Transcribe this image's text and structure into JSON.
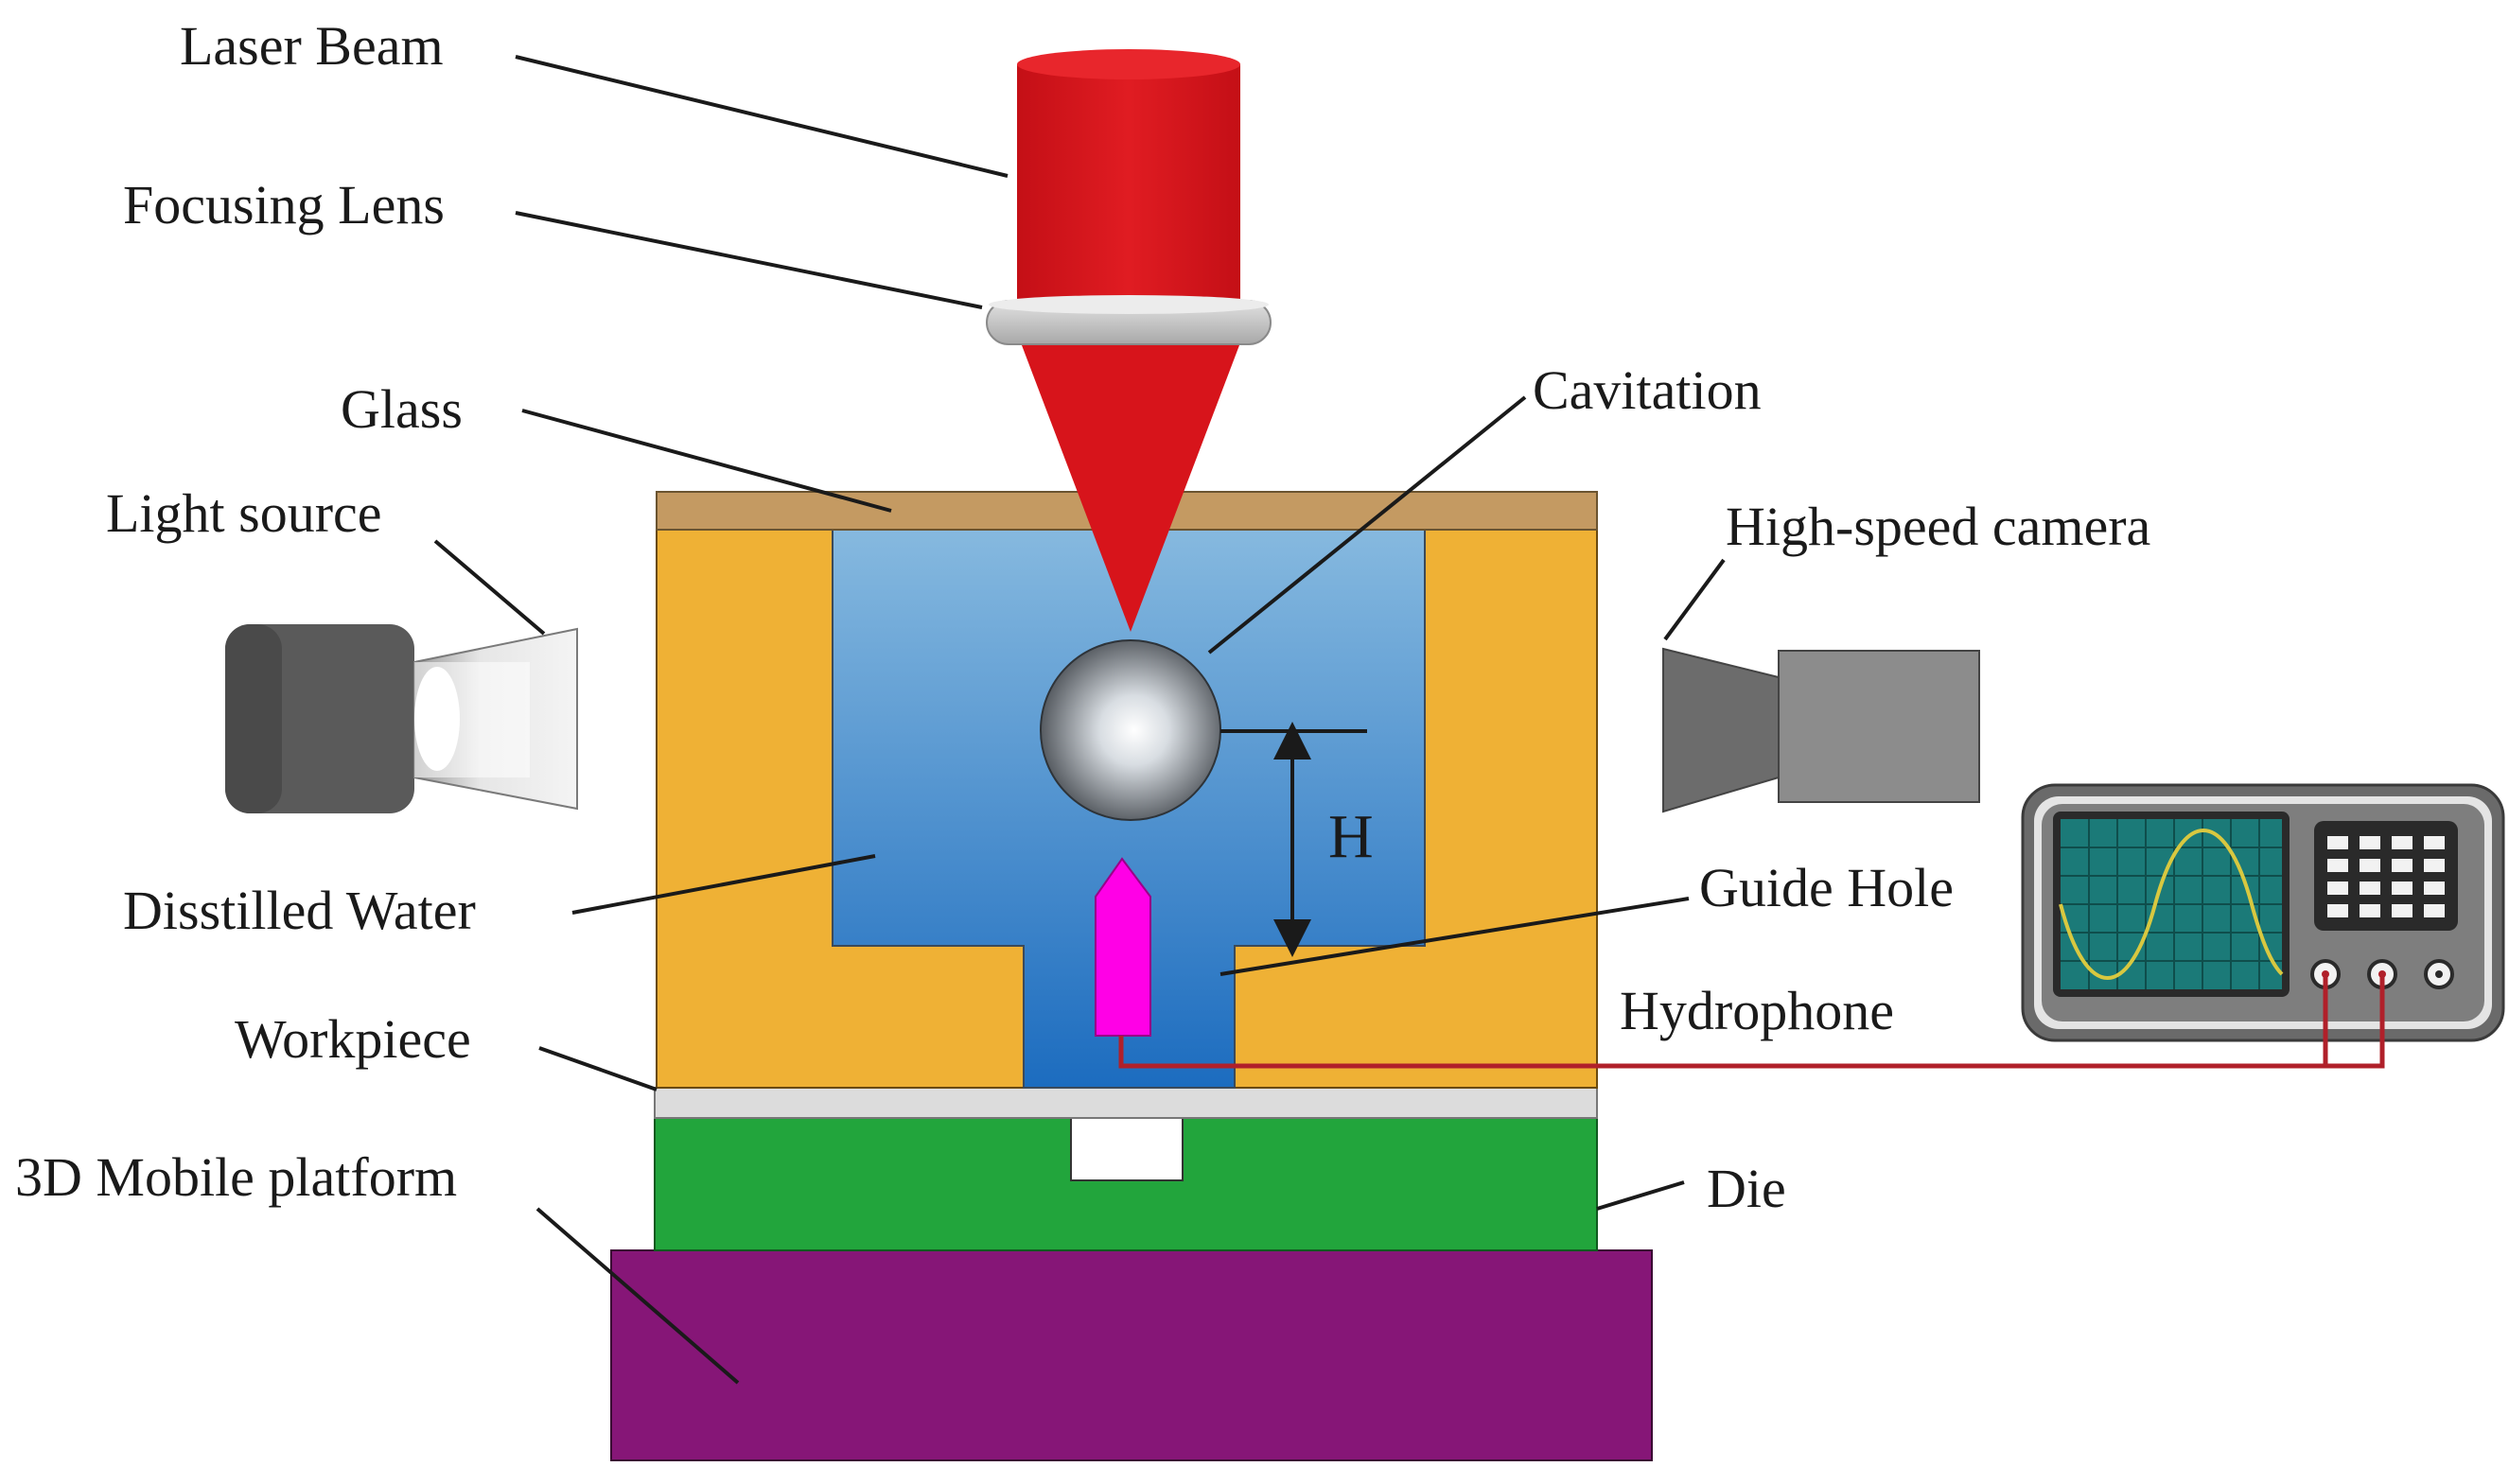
{
  "labels": {
    "laser_beam": "Laser Beam",
    "focusing_lens": "Focusing Lens",
    "glass": "Glass",
    "light_source": "Light source",
    "distilled_water": "Disstilled Water",
    "workpiece": "Workpiece",
    "mobile_platform": "3D Mobile platform",
    "cavitation": "Cavitation",
    "high_speed_camera": "High-speed camera",
    "guide_hole": "Guide Hole",
    "hydrophone": "Hydrophone",
    "die": "Die",
    "height": "H"
  },
  "colors": {
    "laser": "#d7141b",
    "lens": "#c8c8c8",
    "glass": "#c49a62",
    "chamber": "#efb135",
    "water_top": "#82b6dd",
    "water_bottom": "#1f6fc0",
    "workpiece": "#dcdcdc",
    "die": "#22a53c",
    "platform": "#861677",
    "hydrophone": "#ff00e6",
    "cable": "#b0202a",
    "camera": "#8c8c8c",
    "light_source": "#5a5a5a",
    "oscilloscope_screen": "#1b7a78",
    "oscilloscope_wave": "#d8c840"
  },
  "icons": {
    "light_source": "light-source-icon",
    "camera": "high-speed-camera-icon",
    "oscilloscope": "oscilloscope-icon"
  }
}
